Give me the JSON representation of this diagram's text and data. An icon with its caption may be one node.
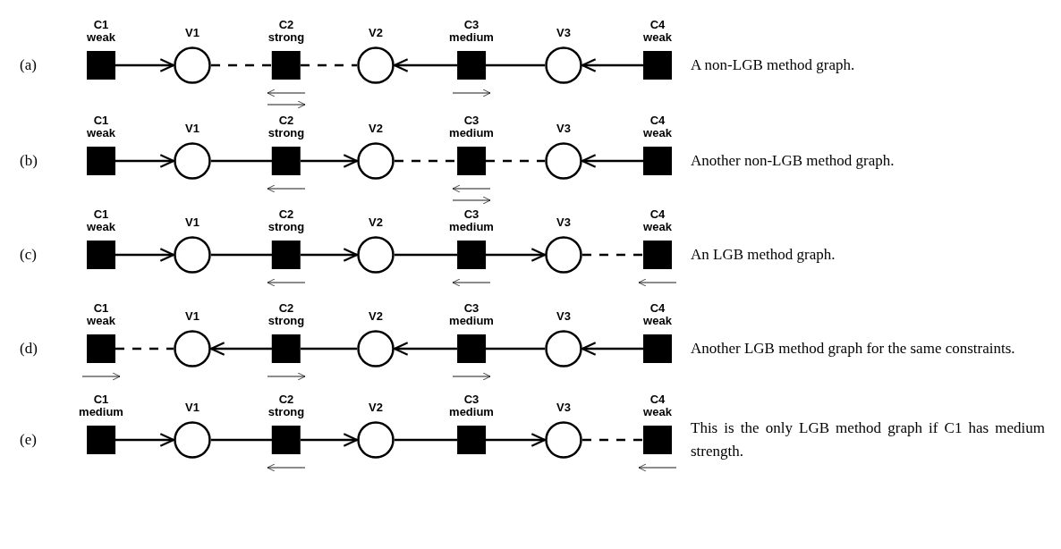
{
  "diagram": {
    "nodes": [
      {
        "text": [
          "C1",
          "weak"
        ]
      },
      {
        "text": [
          "V1"
        ]
      },
      {
        "text": [
          "C2",
          "strong"
        ]
      },
      {
        "text": [
          "V2"
        ]
      },
      {
        "text": [
          "C3",
          "medium"
        ]
      },
      {
        "text": [
          "V3"
        ]
      },
      {
        "text": [
          "C4",
          "weak"
        ]
      },
      {
        "text": [
          "C1",
          "weak"
        ]
      },
      {
        "text": [
          "V1"
        ]
      },
      {
        "text": [
          "C2",
          "strong"
        ]
      },
      {
        "text": [
          "V2"
        ]
      },
      {
        "text": [
          "C3",
          "medium"
        ]
      },
      {
        "text": [
          "V3"
        ]
      },
      {
        "text": [
          "C4",
          "weak"
        ]
      },
      {
        "text": [
          "C1",
          "weak"
        ]
      },
      {
        "text": [
          "V1"
        ]
      },
      {
        "text": [
          "C2",
          "strong"
        ]
      },
      {
        "text": [
          "V2"
        ]
      },
      {
        "text": [
          "C3",
          "medium"
        ]
      },
      {
        "text": [
          "V3"
        ]
      },
      {
        "text": [
          "C4",
          "weak"
        ]
      },
      {
        "text": [
          "C1",
          "weak"
        ]
      },
      {
        "text": [
          "V1"
        ]
      },
      {
        "text": [
          "C2",
          "strong"
        ]
      },
      {
        "text": [
          "V2"
        ]
      },
      {
        "text": [
          "C3",
          "medium"
        ]
      },
      {
        "text": [
          "V3"
        ]
      },
      {
        "text": [
          "C4",
          "weak"
        ]
      },
      {
        "text": [
          "C1",
          "medium"
        ]
      },
      {
        "text": [
          "V1"
        ]
      },
      {
        "text": [
          "C2",
          "strong"
        ]
      },
      {
        "text": [
          "V2"
        ]
      },
      {
        "text": [
          "C3",
          "medium"
        ]
      },
      {
        "text": [
          "V3"
        ]
      },
      {
        "text": [
          "C4",
          "weak"
        ]
      }
    ],
    "edges": [
      {
        "from": 0,
        "to": 1,
        "arrow": "to"
      },
      {
        "from": 1,
        "to": 2,
        "arrow": "none",
        "style": "dashed"
      },
      {
        "from": 2,
        "to": 3,
        "arrow": "none",
        "style": "dashed"
      },
      {
        "from": 4,
        "to": 3,
        "arrow": "to"
      },
      {
        "from": 4,
        "to": 5,
        "arrow": "none"
      },
      {
        "from": 6,
        "to": 5,
        "arrow": "to"
      },
      {
        "from": 7,
        "to": 8,
        "arrow": "to"
      },
      {
        "from": 8,
        "to": 9,
        "arrow": "none"
      },
      {
        "from": 9,
        "to": 10,
        "arrow": "to"
      },
      {
        "from": 10,
        "to": 11,
        "arrow": "none",
        "style": "dashed"
      },
      {
        "from": 11,
        "to": 12,
        "arrow": "none",
        "style": "dashed"
      },
      {
        "from": 13,
        "to": 12,
        "arrow": "to"
      },
      {
        "from": 14,
        "to": 15,
        "arrow": "to"
      },
      {
        "from": 15,
        "to": 16,
        "arrow": "none"
      },
      {
        "from": 16,
        "to": 17,
        "arrow": "to"
      },
      {
        "from": 17,
        "to": 18,
        "arrow": "none"
      },
      {
        "from": 18,
        "to": 19,
        "arrow": "to"
      },
      {
        "from": 19,
        "to": 20,
        "arrow": "none",
        "style": "dashed"
      },
      {
        "from": 21,
        "to": 22,
        "arrow": "none",
        "style": "dashed"
      },
      {
        "from": 23,
        "to": 22,
        "arrow": "to"
      },
      {
        "from": 23,
        "to": 24,
        "arrow": "none"
      },
      {
        "from": 25,
        "to": 24,
        "arrow": "to"
      },
      {
        "from": 25,
        "to": 26,
        "arrow": "none"
      },
      {
        "from": 27,
        "to": 26,
        "arrow": "to"
      },
      {
        "from": 28,
        "to": 29,
        "arrow": "to"
      },
      {
        "from": 29,
        "to": 30,
        "arrow": "none"
      },
      {
        "from": 30,
        "to": 31,
        "arrow": "to"
      },
      {
        "from": 31,
        "to": 32,
        "arrow": "none"
      },
      {
        "from": 32,
        "to": 33,
        "arrow": "to"
      },
      {
        "from": 33,
        "to": 34,
        "arrow": "none",
        "style": "dashed"
      }
    ],
    "labels": [
      "(a)",
      "A non-LGB method graph.",
      "(b)",
      "Another non-LGB method graph.",
      "(c)",
      "An LGB method graph.",
      "(d)",
      "Another LGB method graph for the same constraints.",
      "(e)",
      "This is the only LGB method graph if C1 has medium strength."
    ]
  }
}
